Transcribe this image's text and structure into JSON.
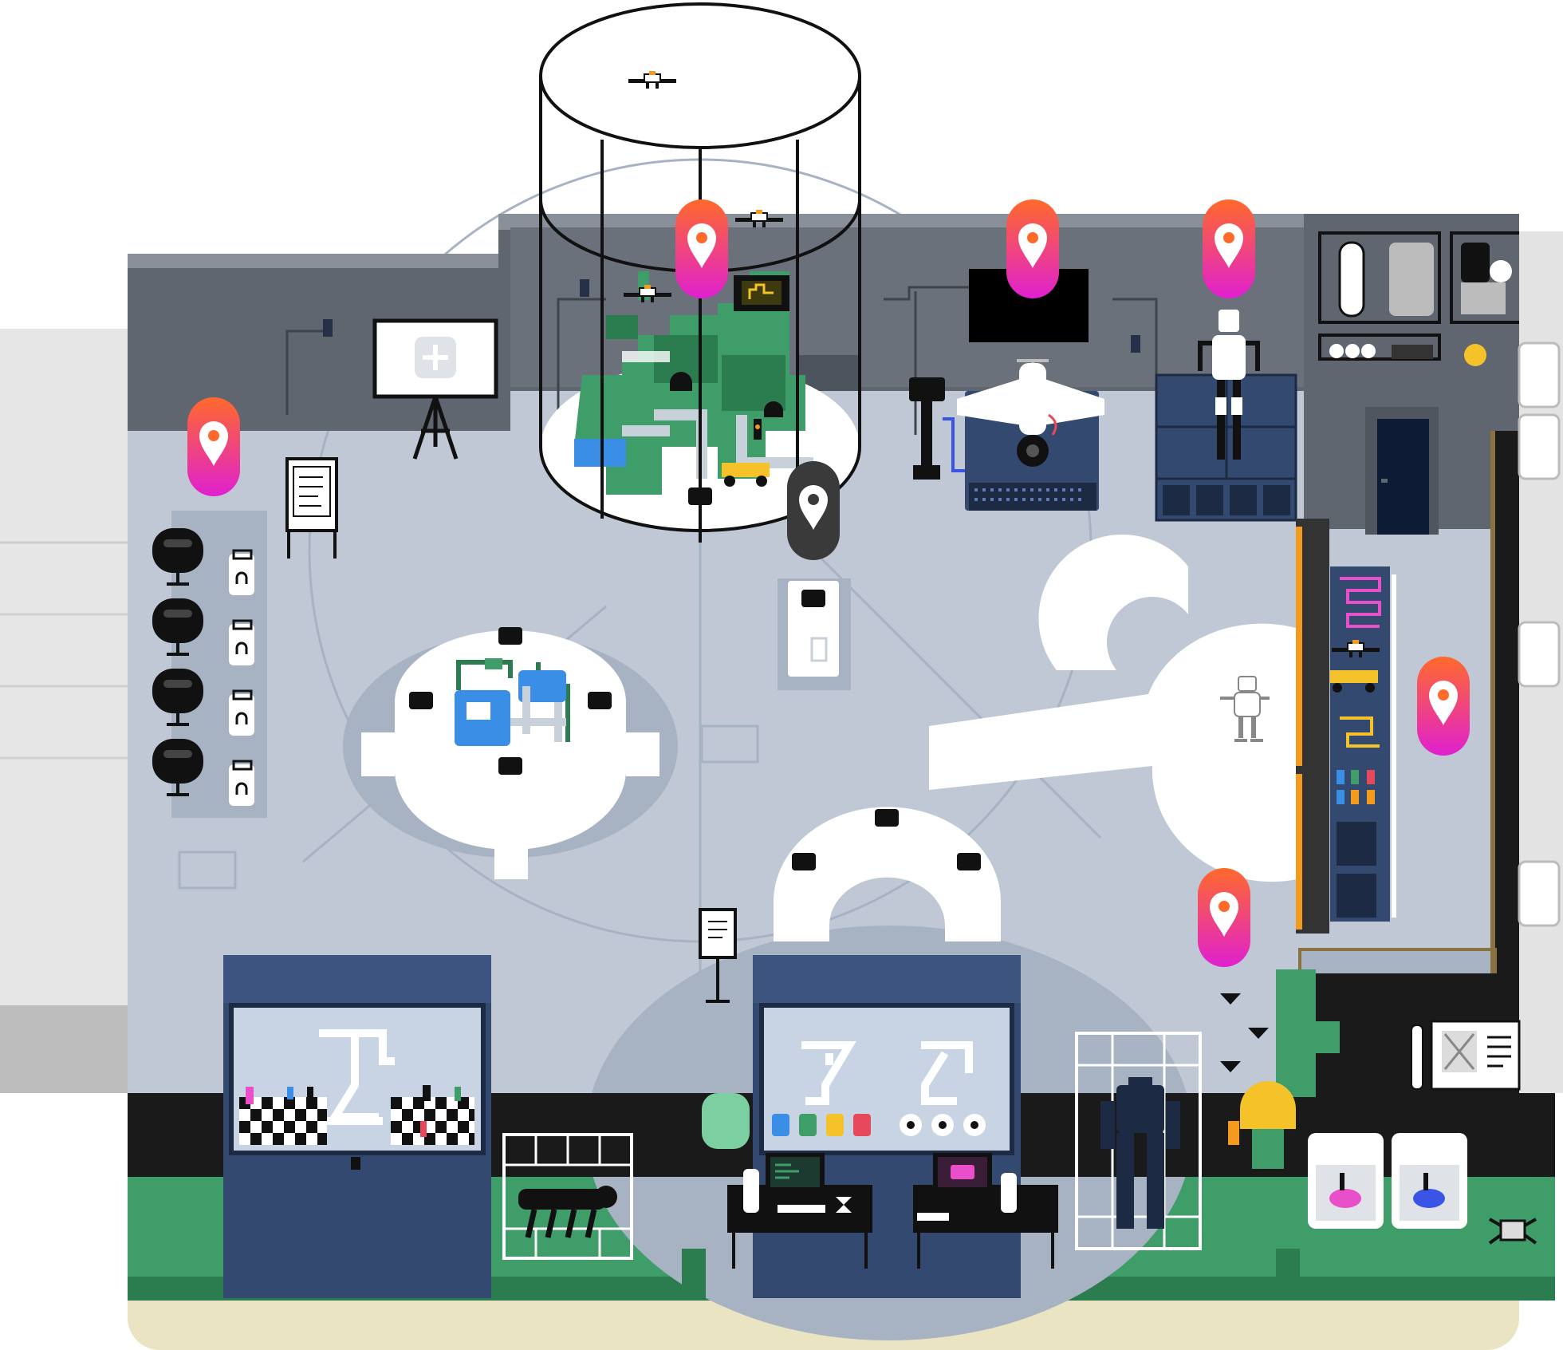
{
  "scene": {
    "colors": {
      "floor": "#bfc8d4",
      "floor_dark": "#a7b3c3",
      "wall": "#5f6670",
      "wall_top": "#8a9099",
      "navy": "#34496f",
      "navy_dark": "#1d2a44",
      "green": "#3f9d6a",
      "green_dark": "#2b7d50",
      "sand": "#ebe4c3",
      "pin_top": "#ff6a2b",
      "pin_bottom": "#e020d0",
      "pin_gray": "#3a3a3a",
      "stairs": "#e6e6e6",
      "black": "#111111",
      "white": "#ffffff"
    },
    "whiteboard_icon": "plus-icon",
    "location_pins": [
      {
        "id": "seating-area",
        "style": "gradient"
      },
      {
        "id": "drone-cage",
        "style": "gradient"
      },
      {
        "id": "flight-sim",
        "style": "gradient"
      },
      {
        "id": "humanoid-cabinet",
        "style": "gradient"
      },
      {
        "id": "center-kiosk",
        "style": "gray"
      },
      {
        "id": "robot-shelf",
        "style": "gradient"
      },
      {
        "id": "bipedal-cage",
        "style": "gradient"
      }
    ]
  }
}
